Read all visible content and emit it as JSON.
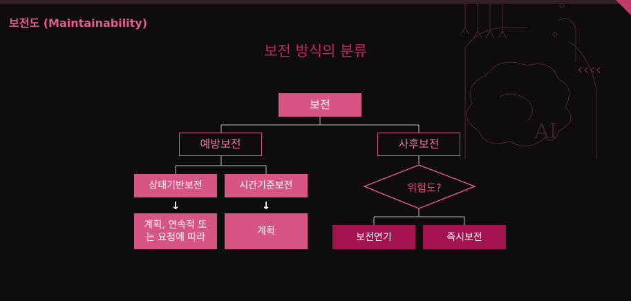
{
  "section_title": "보전도 (Maintainability)",
  "diagram": {
    "title": "보전 방식의 분류",
    "root": "보전",
    "preventive": "예방보전",
    "corrective": "사후보전",
    "condition_based": "상태기반보전",
    "time_based": "시간기준보전",
    "condition_result": "계획, 연속적 또는 요청에 따라",
    "time_result": "계획",
    "decision": "위험도?",
    "deferred": "보전연기",
    "immediate": "즉시보전",
    "arrow_glyph": "↓"
  },
  "decor": {
    "watermark_text": "AI",
    "chevrons": "‹‹‹‹"
  },
  "colors": {
    "background": "#0e0c0d",
    "pink_fill": "#d75584",
    "dark_fill": "#a2134f",
    "title": "#c2255c",
    "section_title": "#e85c8c"
  }
}
